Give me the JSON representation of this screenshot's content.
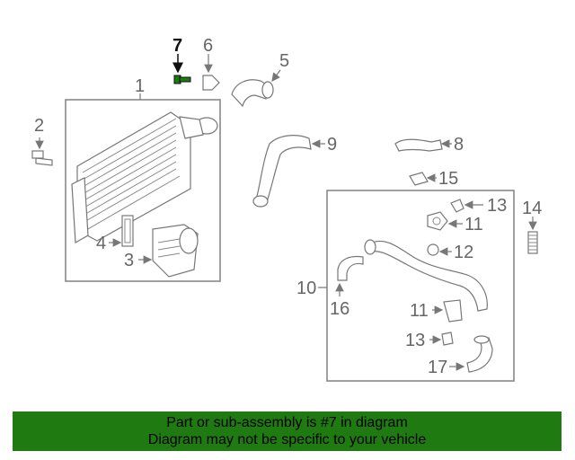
{
  "callouts": {
    "c1": "1",
    "c2": "2",
    "c3": "3",
    "c4": "4",
    "c5": "5",
    "c6": "6",
    "c7": "7",
    "c8": "8",
    "c9": "9",
    "c10": "10",
    "c11a": "11",
    "c11b": "11",
    "c12": "12",
    "c13a": "13",
    "c13b": "13",
    "c14": "14",
    "c15": "15",
    "c16": "16",
    "c17": "17"
  },
  "highlight": {
    "part_number": "7",
    "color": "#1f7a12"
  },
  "banner": {
    "line1": "Part or sub-assembly is #7 in diagram",
    "line2": "Diagram may not be specific to your vehicle"
  }
}
